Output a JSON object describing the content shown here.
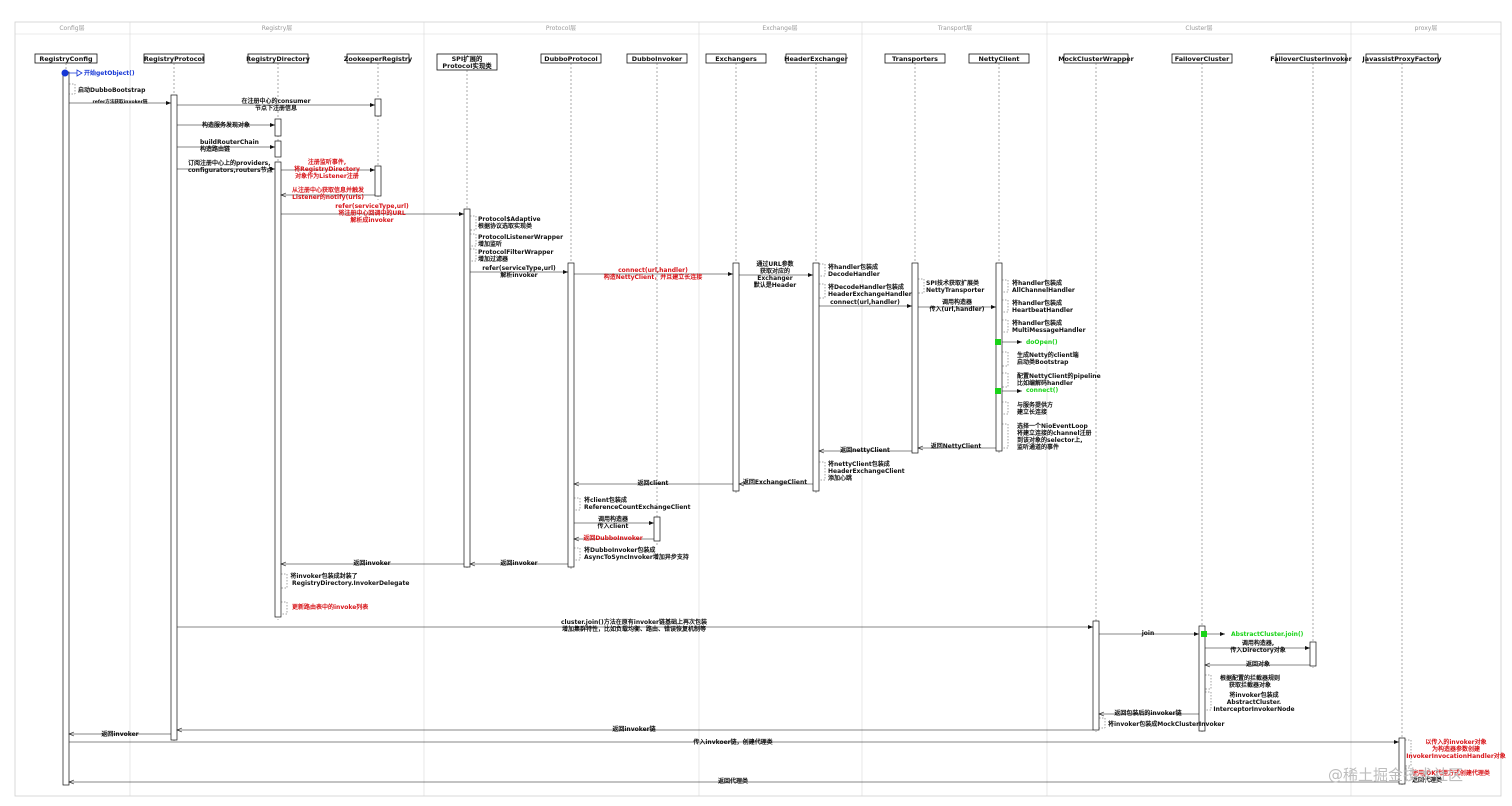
{
  "lanes": [
    "Config层",
    "Registry层",
    "Protocol层",
    "Exchange层",
    "Transport层",
    "Cluster层",
    "proxy层"
  ],
  "participants": [
    "RegistryConfig",
    "RegistryProtocol",
    "RegistryDirectory",
    "ZookeeperRegistry",
    "SPI扩展的\nProtocol实现类",
    "DubboProtocol",
    "DubboInvoker",
    "Exchangers",
    "HeaderExchanger",
    "Transporters",
    "NettyClient",
    "MockClusterWrapper",
    "FailoverCluster",
    "FailoverClusterInvoker",
    "JavassistProxyFactory"
  ],
  "messages": [
    "开始getObject()",
    "启动DubboBootstrap",
    "refer方法获取invoker链",
    "在注册中心的consumer\n节点下注册信息",
    "构造服务发现对象",
    "buildRouterChain\n构造路由链",
    "订阅注册中心上的providers,\nconfigurators,routers节点",
    "注册监听事件,\n将RegistryDirectory\n对象作为Listener注册",
    "从注册中心获取信息并触发\nListener的notify(urls)",
    "refer(serviceType,url)\n将注册中心回调中的URL\n解析成invoker",
    "Protocol$Adaptive\n根据协议选取实现类",
    "ProtocolListenerWrapper\n增加监听",
    "ProtocolFilterWrapper\n增加过滤器",
    "refer(serviceType,url)\n解析invoker",
    "connect(url,handler)\n构造NettyClient，并且建立长连接",
    "通过URL参数\n获取对应的\nExchanger\n默认是Header",
    "将handler包装成\nDecodeHandler",
    "将DecodeHandler包装成\nHeaderExchangeHandler",
    "connect(url,handler)",
    "SPI技术获取扩展类\nNettyTransporter",
    "调用构造器\n传入(url,handler)",
    "将handler包装成\nAllChannelHandler",
    "将handler包装成\nHeartbeatHandler",
    "将handler包装成\nMultiMessageHandler",
    "doOpen()",
    "生成Netty的client端\n启动类Bootstrap",
    "配置NettyClient的pipeline\n比如编解码handler",
    "connect()",
    "与服务提供方\n建立长连接",
    "选择一个NioEventLoop\n将建立连接的channel注册\n到该对象的selector上,\n监听通道的事件",
    "返回NettyClient",
    "返回nettyClient",
    "将nettyClient包装成\nHeaderExchangeClient\n添加心跳",
    "返回ExchangeClient",
    "返回client",
    "将client包装成\nReferenceCountExchangeClient",
    "调用构造器\n传入client",
    "返回DubboInvoker",
    "将DubboInvoker包装成\nAsyncToSyncInvoker增加异步支持",
    "返回invoker",
    "返回invoker",
    "将invoker包装成封装了\nRegistryDirectory.InvokerDelegate",
    "更新路由表中的invoke列表",
    "cluster.join()方法在原有invoker链基础上再次包装\n增加集群特性，比如负载均衡、路由、错误恢复机制等",
    "join",
    "AbstractCluster.join()",
    "调用构造器,\n传入Directory对象",
    "返回对象",
    "根据配置的拦截器规则\n获取拦截器对象",
    "将invoker包装成\nAbstractCluster.\nInterceptorInvokerNode",
    "返回包装后的invoker链",
    "将invoker包装成MockClusterInvoker",
    "返回invoker链",
    "返回invoker",
    "传入invkoer链，创建代理类",
    "以传入的invoker对象\n为构造器参数创建\nInvokerInvocationHandler对象",
    "返回代理类",
    "使用JDK代理方式创建代理类",
    "返回代理类"
  ],
  "watermark": "@稀土掘金技术社区",
  "colors": {
    "red": "#d8161a",
    "green": "#19d318",
    "blue": "#1637d6"
  }
}
